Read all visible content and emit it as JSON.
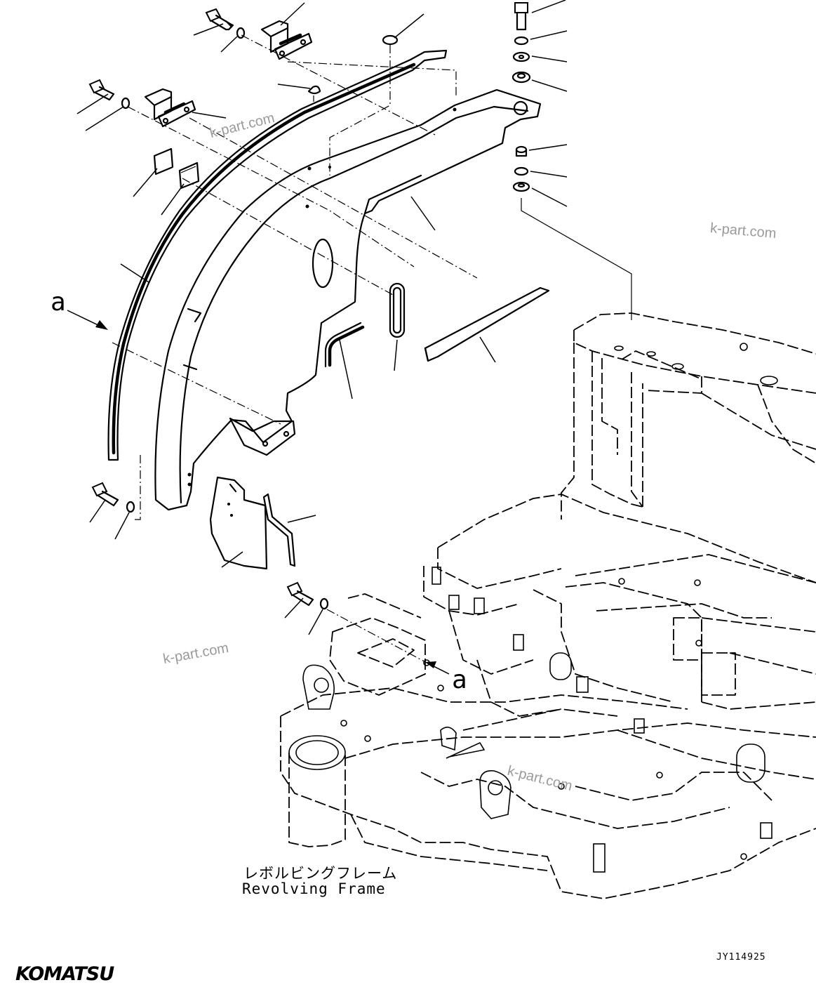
{
  "references": {
    "view_a_upper": "a",
    "view_a_lower": "a"
  },
  "frame_label": {
    "japanese": "レボルビングフレーム",
    "english": "Revolving Frame"
  },
  "drawing_code": "JY114925",
  "watermarks": [
    "k-part.com",
    "k-part.com",
    "k-part.com",
    "k-part.com"
  ],
  "brand": "KOMATSU",
  "colors": {
    "line": "#000000",
    "background": "#ffffff",
    "watermark": "#9a9a9a"
  }
}
